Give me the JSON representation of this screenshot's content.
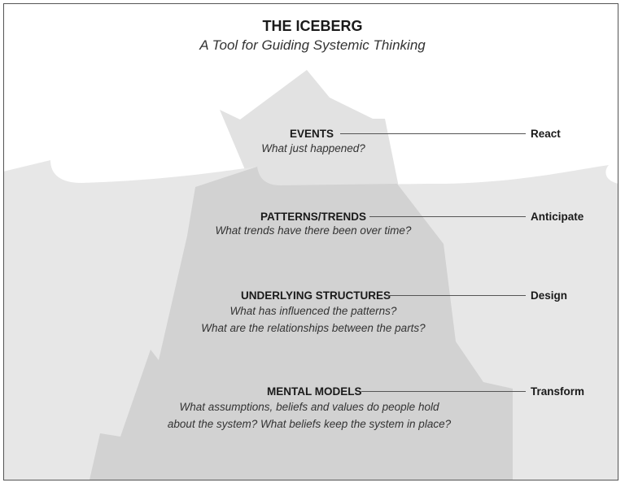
{
  "title": "THE ICEBERG",
  "subtitle": "A Tool for Guiding Systemic Thinking",
  "levels": [
    {
      "heading": "EVENTS",
      "questions": [
        "What just happened?"
      ],
      "action": "React"
    },
    {
      "heading": "PATTERNS/TRENDS",
      "questions": [
        "What trends have there been over time?"
      ],
      "action": "Anticipate"
    },
    {
      "heading": "UNDERLYING STRUCTURES",
      "questions": [
        "What has influenced the patterns?",
        "What are the relationships between the parts?"
      ],
      "action": "Design"
    },
    {
      "heading": "MENTAL MODELS",
      "questions": [
        "What assumptions, beliefs and values do people hold",
        "about the system? What beliefs keep the system in place?"
      ],
      "action": "Transform"
    }
  ],
  "colors": {
    "water": "#e7e7e7",
    "iceberg_above": "#e2e2e2",
    "iceberg_below": "#d1d1d1",
    "frame": "#555555"
  }
}
